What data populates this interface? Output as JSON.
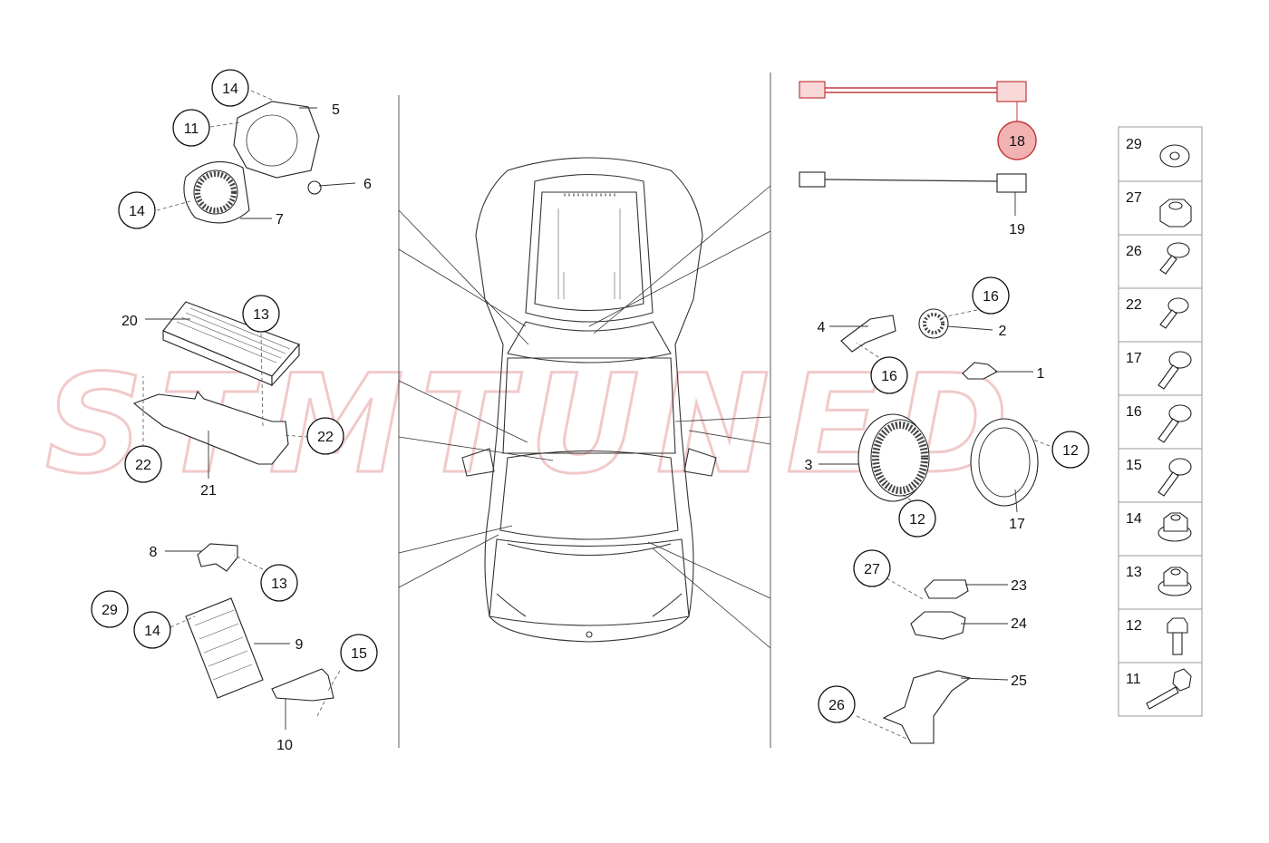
{
  "watermark": {
    "text": "STMTUNED",
    "color": "#f1c9c9"
  },
  "highlight_color": "#f2b2b2",
  "callouts": {
    "c1": "1",
    "c2": "2",
    "c3": "3",
    "c4": "4",
    "c5": "5",
    "c6": "6",
    "c7": "7",
    "c8": "8",
    "c9": "9",
    "c10": "10",
    "c11a": "11",
    "c12a": "12",
    "c12b": "12",
    "c13a": "13",
    "c13b": "13",
    "c14a": "14",
    "c14b": "14",
    "c14c": "14",
    "c15a": "15",
    "c16a": "16",
    "c16b": "16",
    "c17": "17",
    "c18": "18",
    "c19": "19",
    "c20": "20",
    "c21": "21",
    "c22a": "22",
    "c22b": "22",
    "c23": "23",
    "c24": "24",
    "c25": "25",
    "c26": "26",
    "c27a": "27",
    "c29a": "29"
  },
  "fastener_table": [
    {
      "number": "29",
      "icon": "washer-icon"
    },
    {
      "number": "27",
      "icon": "hex-nut-icon"
    },
    {
      "number": "26",
      "icon": "flange-screw-icon"
    },
    {
      "number": "22",
      "icon": "pan-screw-icon"
    },
    {
      "number": "17",
      "icon": "torx-screw-icon"
    },
    {
      "number": "16",
      "icon": "torx-screw-icon"
    },
    {
      "number": "15",
      "icon": "torx-screw-icon"
    },
    {
      "number": "14",
      "icon": "flange-nut-icon"
    },
    {
      "number": "13",
      "icon": "flange-nut-icon"
    },
    {
      "number": "12",
      "icon": "hex-screw-icon"
    },
    {
      "number": "11",
      "icon": "hex-bolt-icon"
    }
  ]
}
